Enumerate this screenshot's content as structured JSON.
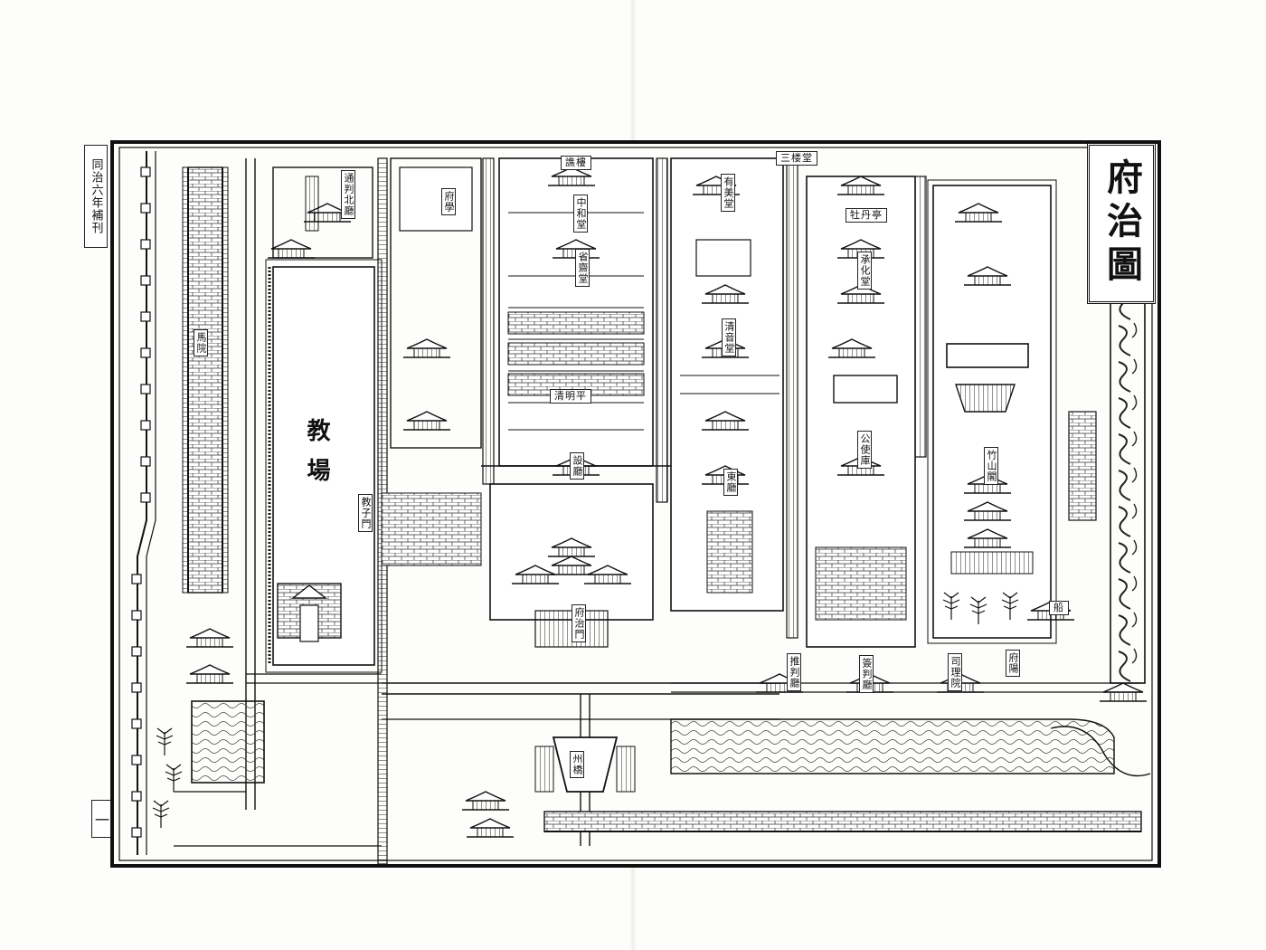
{
  "edition_note": "同治六年補刊",
  "title": "府治圖",
  "page_number": "一",
  "labels": {
    "parade_ground": "教場",
    "prefecture_gate": "府治門",
    "zhongsheng_hall": "中和堂",
    "qingming": "清明平",
    "shelin_hall": "設廳",
    "xingche": "省齋堂",
    "tiered_tower": "譙樓",
    "sanlou": "三楼堂",
    "youmei_hall": "有美堂",
    "qingyin_hall": "清音堂",
    "dongting": "東廳",
    "mudan_pavilion": "牡丹亭",
    "chenghua_hall": "承化堂",
    "gongsheng_hall": "公使庫",
    "hill_pavilion": "竹山閣",
    "zhouqiao": "州橋",
    "fuyang": "府陽",
    "panguan_hall": "推判廳",
    "jianli": "簽判廳",
    "sili": "司理院",
    "maiyuan": "馬院",
    "jiaozimen": "教子門",
    "tongshu": "通判北廳",
    "fangxi": "府學",
    "chuan": "船"
  }
}
